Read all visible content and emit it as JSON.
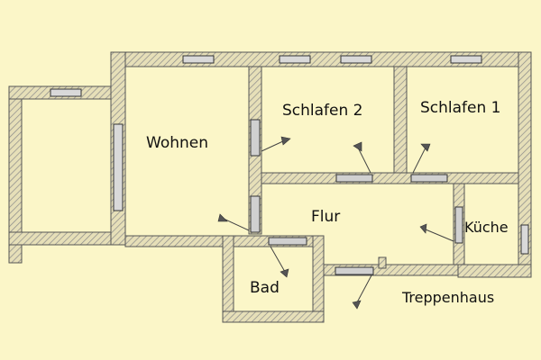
{
  "colors": {
    "background": "#fbf6c8",
    "wall_fill": "#e6dfb8",
    "wall_hatch": "#8a8a8a",
    "outline": "#555555",
    "window": "#d9d9d9",
    "text": "#111111"
  },
  "rooms": [
    {
      "id": "wohnen",
      "label": "Wohnen"
    },
    {
      "id": "schlafen2",
      "label": "Schlafen 2"
    },
    {
      "id": "schlafen1",
      "label": "Schlafen 1"
    },
    {
      "id": "flur",
      "label": "Flur"
    },
    {
      "id": "kueche",
      "label": "Küche"
    },
    {
      "id": "bad",
      "label": "Bad"
    },
    {
      "id": "treppenhaus",
      "label": "Treppenhaus"
    }
  ],
  "icons": {
    "door": "door-icon",
    "window": "window-icon"
  }
}
